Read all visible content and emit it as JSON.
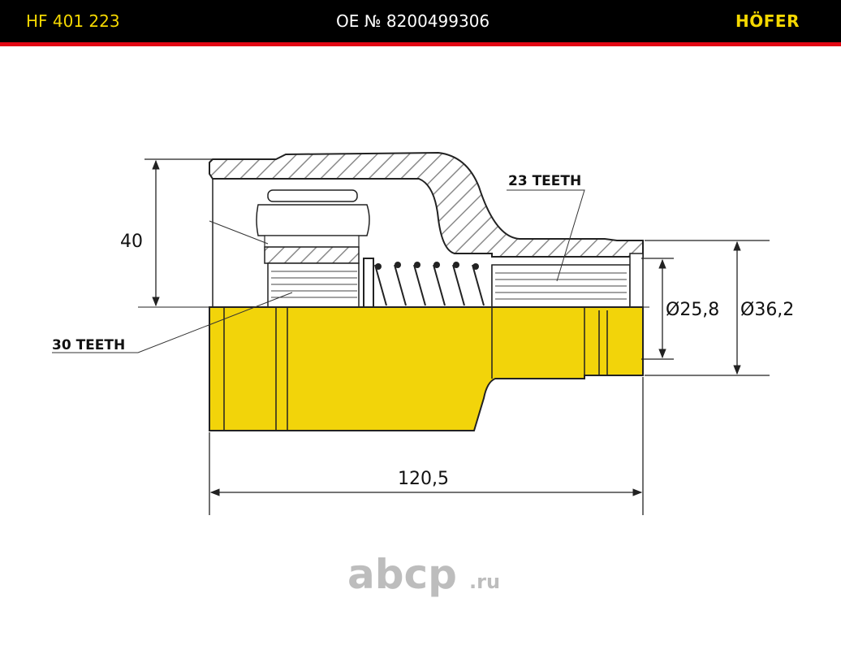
{
  "header": {
    "part_number": "HF 401 223",
    "oe_number": "OE № 8200499306",
    "brand": "HÖFER"
  },
  "dimensions": {
    "height": "40",
    "inner_diameter": "Ø25,8",
    "outer_diameter": "Ø36,2",
    "length": "120,5"
  },
  "callouts": {
    "inner_splines": "30 TEETH",
    "outer_splines": "23 TEETH"
  },
  "watermark": {
    "text": "abcp",
    "suffix": ".ru"
  },
  "colors": {
    "header_bg": "#000000",
    "accent_stripe": "#e30613",
    "brand_yellow": "#f5d800",
    "part_fill": "#f2d40a",
    "line": "#222222",
    "watermark": "#bdbdbd"
  }
}
